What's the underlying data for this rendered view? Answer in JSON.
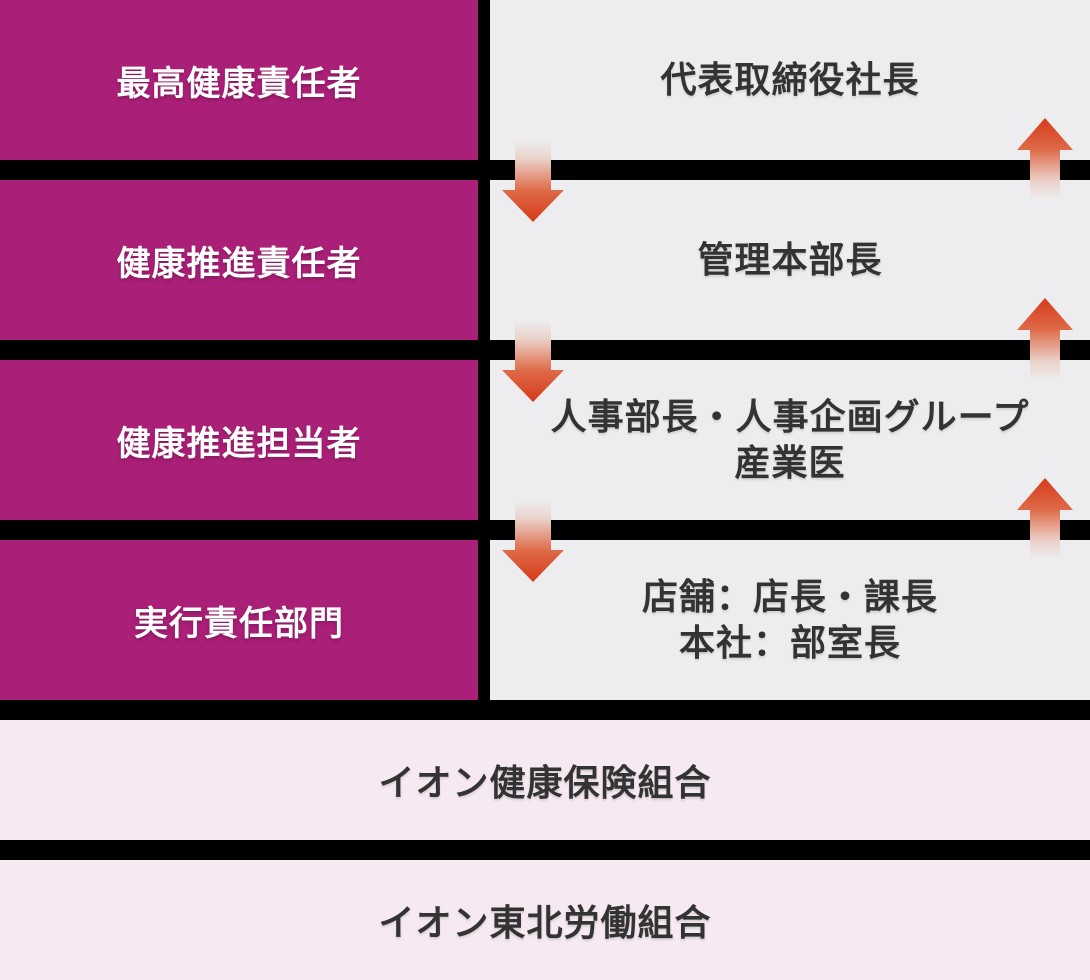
{
  "colors": {
    "magenta": "#AA1F77",
    "panel_gray": "#EDEDEF",
    "panel_pink": "#F6E9F2",
    "divider_black": "#000000",
    "arrow_red": "#D63A1A",
    "text_dark": "#333333",
    "text_white": "#FFFFFF"
  },
  "org_chart": {
    "rows": [
      {
        "role": "最高健康責任者",
        "assignee_lines": [
          "代表取締役社長"
        ]
      },
      {
        "role": "健康推進責任者",
        "assignee_lines": [
          "管理本部長"
        ]
      },
      {
        "role": "健康推進担当者",
        "assignee_lines": [
          "人事部長・人事企画グループ",
          "産業医"
        ]
      },
      {
        "role": "実行責任部門",
        "assignee_lines": [
          "店舗：店長・課長",
          "本社：部室長"
        ]
      }
    ],
    "footer_rows": [
      {
        "label": "イオン健康保険組合"
      },
      {
        "label": "イオン東北労働組合"
      }
    ],
    "arrow_icons": {
      "down": "down-arrow",
      "up": "up-arrow"
    }
  }
}
